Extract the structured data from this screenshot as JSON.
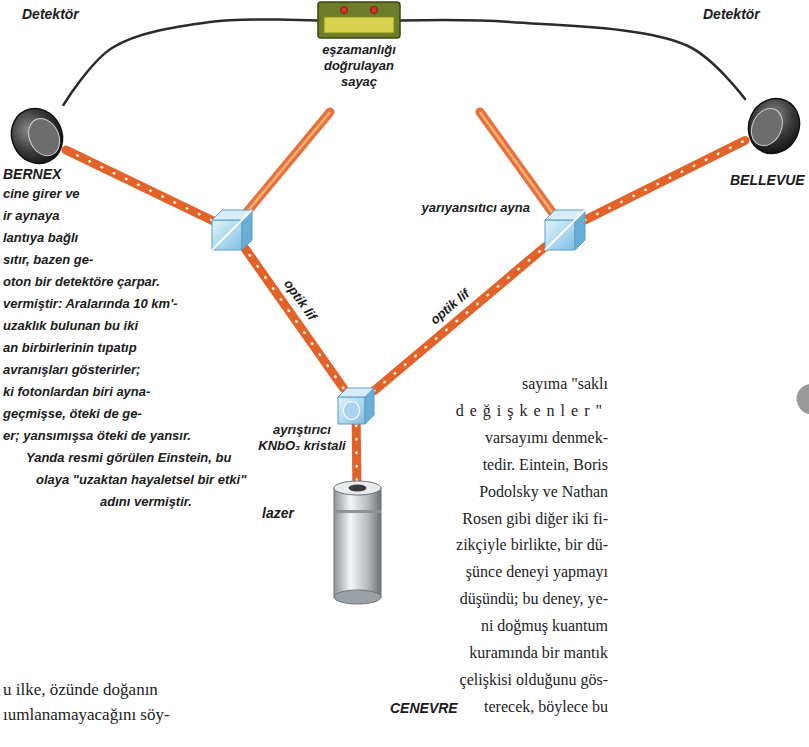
{
  "diagram": {
    "nodes": [
      {
        "text": [
          "Detektör"
        ]
      },
      {
        "text": [
          "eşzamanlığı doğrulayan sayaç"
        ]
      },
      {
        "text": [
          "Detektör"
        ]
      },
      {
        "text": [
          "yarıyansıtıcı ayna"
        ]
      },
      {
        "text": [
          "ayrıştırıcı KNbO₃ kristali"
        ]
      },
      {
        "text": [
          "lazer"
        ]
      }
    ],
    "edges": [
      {
        "from": 1,
        "to": 0,
        "arrow": "none"
      },
      {
        "from": 1,
        "to": 2,
        "arrow": "none"
      },
      {
        "from": 4,
        "to": 0,
        "label": "optik lif",
        "arrow": "none"
      },
      {
        "from": 4,
        "to": 3,
        "label": "optik lif",
        "arrow": "none"
      },
      {
        "from": 3,
        "to": 2,
        "arrow": "none"
      },
      {
        "from": 5,
        "to": 4,
        "arrow": "none"
      }
    ],
    "labels": [
      "BERNEX",
      "BELLEVUE",
      "CENEVRE",
      "cine girer ve",
      "ir aynaya",
      "lantıya bağlı",
      "sıtır, bazen ge-",
      "oton bir detektöre çarpar.",
      "vermiştir: Aralarında 10 km'-",
      "uzaklık bulunan bu iki",
      "an birbirlerinin tıpatıp",
      "avranışları gösterirler;",
      "ki fotonlardan biri ayna-",
      "geçmişse, öteki de ge-",
      "er; yansımışsa öteki de yansır.",
      "Yanda resmi görülen Einstein, bu",
      "olaya \"uzaktan hayaletsel bir etki\"",
      "adını vermiştir.",
      "sayıma \"saklı",
      "değişkenler\"",
      "varsayımı denmek-",
      "tedir. Eintein, Boris",
      "Podolsky ve Nathan",
      "Rosen gibi diğer iki fi-",
      "zikçiyle birlikte, bir dü-",
      "şünce deneyi yapmayı",
      "düşündü; bu deney, ye-",
      "ni doğmuş kuantum",
      "kuramında bir mantık",
      "çelişkisi olduğunu gös-",
      "terecek, böylece bu",
      "u ilke, özünde doğanın",
      "ıumlanamayacağını söy-"
    ]
  }
}
